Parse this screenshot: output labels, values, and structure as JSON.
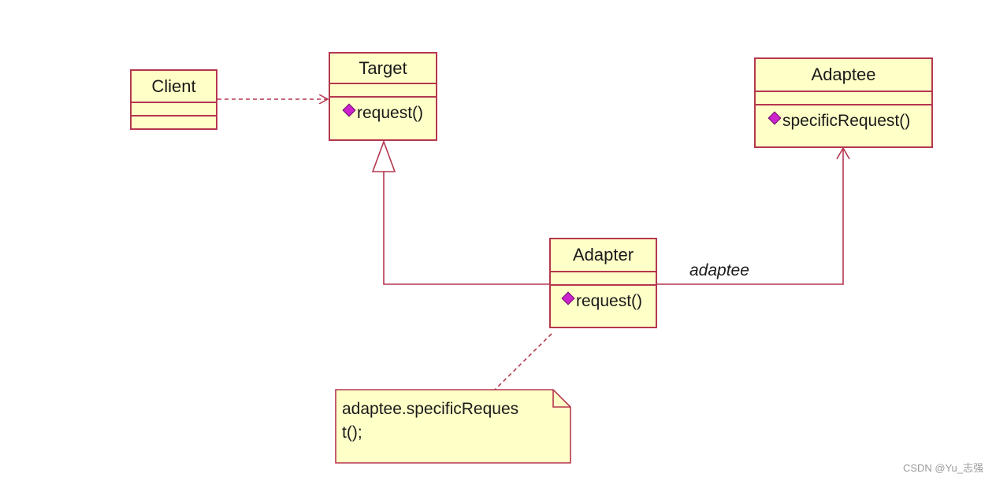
{
  "colors": {
    "border": "#b5374f",
    "fill": "#ffffc8",
    "line": "#b5374f",
    "op_icon": "#cc22cc"
  },
  "classes": {
    "client": {
      "name": "Client",
      "operations": []
    },
    "target": {
      "name": "Target",
      "operations": [
        "request()"
      ]
    },
    "adaptee": {
      "name": "Adaptee",
      "operations": [
        "specificRequest()"
      ]
    },
    "adapter": {
      "name": "Adapter",
      "operations": [
        "request()"
      ]
    }
  },
  "relations": {
    "client_target": "dependency",
    "adapter_target": "generalization",
    "adapter_adaptee": {
      "type": "association",
      "label": "adaptee"
    },
    "adapter_note": "note-link"
  },
  "note": {
    "text": "adaptee.specificReques\nt();"
  },
  "watermark": "CSDN @Yu_志强"
}
